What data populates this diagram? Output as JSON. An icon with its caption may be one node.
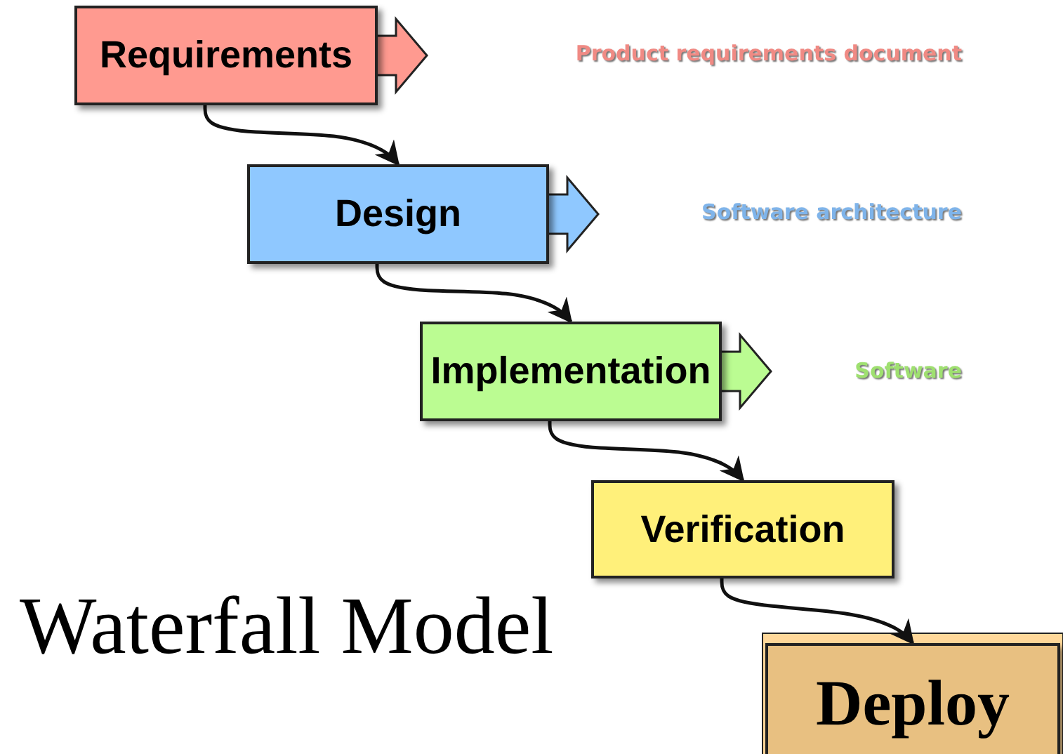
{
  "diagram": {
    "title": "Waterfall Model",
    "nodes": [
      {
        "text": [
          "Requirements"
        ]
      },
      {
        "text": [
          "Design"
        ]
      },
      {
        "text": [
          "Implementation"
        ]
      },
      {
        "text": [
          "Verification"
        ]
      },
      {
        "text": [
          "Deploy"
        ]
      }
    ],
    "edges": [
      {
        "from": 0,
        "to": 1,
        "arrow": "to"
      },
      {
        "from": 1,
        "to": 2,
        "arrow": "to"
      },
      {
        "from": 2,
        "to": 3,
        "arrow": "to"
      },
      {
        "from": 3,
        "to": 4,
        "arrow": "to"
      },
      {
        "from": 0,
        "to": null,
        "arrow": "to",
        "style": "thick",
        "color": "#ff9a90"
      },
      {
        "from": 1,
        "to": null,
        "arrow": "to",
        "style": "thick",
        "color": "#8fc8ff"
      },
      {
        "from": 2,
        "to": null,
        "arrow": "to",
        "style": "thick",
        "color": "#bbfc92"
      }
    ],
    "labels": [
      "Product requirements document",
      "Software architecture",
      "Software"
    ]
  }
}
